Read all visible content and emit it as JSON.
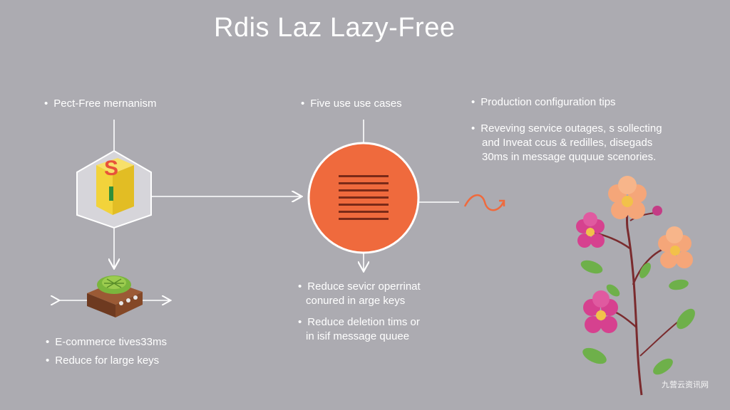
{
  "title": "Rdis Laz Lazy-Free",
  "bullets": {
    "mechanism": "Pect-Free mernanism",
    "use_cases": "Five use use cases",
    "tips": "Production configuration tips"
  },
  "tips_detail": {
    "line1": "Reveving service outages, s sollecting",
    "line2": "and Inveat ccus & redilles, disegads",
    "line3": "30ms in message ququue scenories."
  },
  "bottom_left": {
    "item1": "E-commerce tives33ms",
    "item2": "Reduce for large keys"
  },
  "bottom_center": {
    "item1_line1": "Reduce sevicr operrinat",
    "item1_line2": "conured in arge keys",
    "item2_line1": "Reduce deletion tims or",
    "item2_line2": "in isif message quuee"
  },
  "bullet_glyph": "•",
  "watermark": "九营云资讯网",
  "colors": {
    "background": "#acabb1",
    "accent_orange": "#ef6a3d",
    "line": "#ffffff",
    "cube_yellow": "#f2d33b",
    "cube_s": "#e8523a",
    "branch": "#7a2b2e"
  },
  "icons": {
    "left_node": "hexagon-cube-icon",
    "center_node": "list-circle-icon",
    "bottom_node": "server-block-icon",
    "flourish": "squiggle-arrow-icon",
    "decoration": "flower-branch-illustration"
  }
}
